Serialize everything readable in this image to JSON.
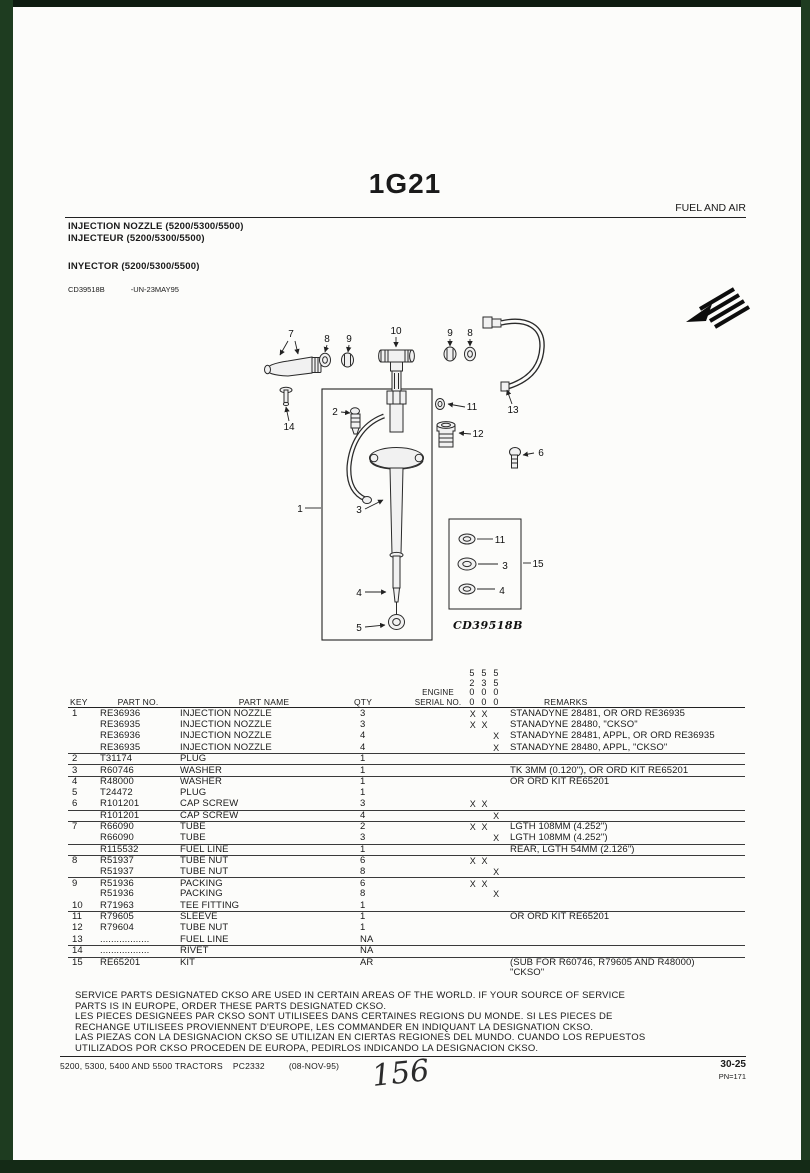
{
  "header": {
    "page_code": "1G21",
    "section": "FUEL AND AIR"
  },
  "titles": {
    "line1": "INJECTION NOZZLE (5200/5300/5500)",
    "line2": "INJECTEUR (5200/5300/5500)",
    "line3": "INYECTOR (5200/5300/5500)"
  },
  "figure": {
    "id": "CD39518B",
    "revision": "-UN-23MAY95",
    "caption": "CD39518B"
  },
  "diagram": {
    "callouts": [
      "7",
      "8",
      "9",
      "10",
      "9",
      "8",
      "14",
      "2",
      "11",
      "12",
      "13",
      "6",
      "1",
      "3",
      "4",
      "5",
      "11",
      "3",
      "4",
      "15"
    ]
  },
  "table": {
    "headers": {
      "key": "KEY",
      "part_no": "PART NO.",
      "part_name": "PART NAME",
      "qty": "QTY",
      "engine": "ENGINE",
      "serial_no": "SERIAL NO.",
      "remarks": "REMARKS"
    },
    "serial_columns": [
      "5200",
      "5300",
      "5500"
    ],
    "rows": [
      {
        "key": "1",
        "part": "RE36936",
        "name": "INJECTION NOZZLE",
        "qty": "3",
        "s": [
          "X",
          "X",
          ""
        ],
        "remarks": "STANADYNE 28481, OR ORD RE36935",
        "sep": false
      },
      {
        "key": "",
        "part": "RE36935",
        "name": "INJECTION NOZZLE",
        "qty": "3",
        "s": [
          "X",
          "X",
          ""
        ],
        "remarks": "STANADYNE 28480, \"CKSO\"",
        "sep": false
      },
      {
        "key": "",
        "part": "RE36936",
        "name": "INJECTION NOZZLE",
        "qty": "4",
        "s": [
          "",
          "",
          "X"
        ],
        "remarks": "STANADYNE 28481, APPL, OR ORD RE36935",
        "sep": false
      },
      {
        "key": "",
        "part": "RE36935",
        "name": "INJECTION NOZZLE",
        "qty": "4",
        "s": [
          "",
          "",
          "X"
        ],
        "remarks": "STANADYNE 28480, APPL, \"CKSO\"",
        "sep": false
      },
      {
        "key": "2",
        "part": "T31174",
        "name": "PLUG",
        "qty": "1",
        "s": [
          "",
          "",
          ""
        ],
        "remarks": "",
        "sep": true
      },
      {
        "key": "3",
        "part": "R60746",
        "name": "WASHER",
        "qty": "1",
        "s": [
          "",
          "",
          ""
        ],
        "remarks": "TK 3MM (0.120\"), OR ORD KIT RE65201",
        "sep": true
      },
      {
        "key": "4",
        "part": "R48000",
        "name": "WASHER",
        "qty": "1",
        "s": [
          "",
          "",
          ""
        ],
        "remarks": "OR ORD KIT RE65201",
        "sep": true
      },
      {
        "key": "5",
        "part": "T24472",
        "name": "PLUG",
        "qty": "1",
        "s": [
          "",
          "",
          ""
        ],
        "remarks": "",
        "sep": false
      },
      {
        "key": "6",
        "part": "R101201",
        "name": "CAP SCREW",
        "qty": "3",
        "s": [
          "X",
          "X",
          ""
        ],
        "remarks": "",
        "sep": false
      },
      {
        "key": "",
        "part": "R101201",
        "name": "CAP SCREW",
        "qty": "4",
        "s": [
          "",
          "",
          "X"
        ],
        "remarks": "",
        "sep": true
      },
      {
        "key": "7",
        "part": "R66090",
        "name": "TUBE",
        "qty": "2",
        "s": [
          "X",
          "X",
          ""
        ],
        "remarks": "LGTH 108MM (4.252\")",
        "sep": true
      },
      {
        "key": "",
        "part": "R66090",
        "name": "TUBE",
        "qty": "3",
        "s": [
          "",
          "",
          "X"
        ],
        "remarks": "LGTH 108MM (4.252\")",
        "sep": false
      },
      {
        "key": "",
        "part": "R115532",
        "name": "FUEL LINE",
        "qty": "1",
        "s": [
          "",
          "",
          ""
        ],
        "remarks": "REAR, LGTH 54MM (2.126\")",
        "sep": true
      },
      {
        "key": "8",
        "part": "R51937",
        "name": "TUBE NUT",
        "qty": "6",
        "s": [
          "X",
          "X",
          ""
        ],
        "remarks": "",
        "sep": true
      },
      {
        "key": "",
        "part": "R51937",
        "name": "TUBE NUT",
        "qty": "8",
        "s": [
          "",
          "",
          "X"
        ],
        "remarks": "",
        "sep": false
      },
      {
        "key": "9",
        "part": "R51936",
        "name": "PACKING",
        "qty": "6",
        "s": [
          "X",
          "X",
          ""
        ],
        "remarks": "",
        "sep": true
      },
      {
        "key": "",
        "part": "R51936",
        "name": "PACKING",
        "qty": "8",
        "s": [
          "",
          "",
          "X"
        ],
        "remarks": "",
        "sep": false
      },
      {
        "key": "10",
        "part": "R71963",
        "name": "TEE FITTING",
        "qty": "1",
        "s": [
          "",
          "",
          ""
        ],
        "remarks": "",
        "sep": false
      },
      {
        "key": "11",
        "part": "R79605",
        "name": "SLEEVE",
        "qty": "1",
        "s": [
          "",
          "",
          ""
        ],
        "remarks": "OR ORD KIT RE65201",
        "sep": true
      },
      {
        "key": "12",
        "part": "R79604",
        "name": "TUBE NUT",
        "qty": "1",
        "s": [
          "",
          "",
          ""
        ],
        "remarks": "",
        "sep": false
      },
      {
        "key": "13",
        "part": "..................",
        "name": "FUEL LINE",
        "qty": "NA",
        "s": [
          "",
          "",
          ""
        ],
        "remarks": "",
        "sep": false
      },
      {
        "key": "14",
        "part": "..................",
        "name": "RIVET",
        "qty": "NA",
        "s": [
          "",
          "",
          ""
        ],
        "remarks": "",
        "sep": true
      },
      {
        "key": "15",
        "part": "RE65201",
        "name": "KIT",
        "qty": "AR",
        "s": [
          "",
          "",
          ""
        ],
        "remarks": "(SUB FOR R60746, R79605 AND R48000)",
        "sep": true
      },
      {
        "key": "",
        "part": "",
        "name": "",
        "qty": "",
        "s": [
          "",
          "",
          ""
        ],
        "remarks": "\"CKSO\"",
        "sep": false
      }
    ]
  },
  "notes": {
    "lines": [
      "SERVICE PARTS DESIGNATED CKSO ARE USED IN CERTAIN AREAS OF THE WORLD. IF YOUR SOURCE OF SERVICE",
      "PARTS IS IN EUROPE, ORDER THESE PARTS DESIGNATED CKSO.",
      "LES PIECES DESIGNEES PAR CKSO SONT UTILISEES DANS CERTAINES REGIONS DU MONDE. SI LES PIECES DE",
      "RECHANGE UTILISEES PROVIENNENT D'EUROPE, LES COMMANDER EN INDIQUANT LA DESIGNATION CKSO.",
      "LAS PIEZAS CON LA DESIGNACION CKSO SE UTILIZAN EN CIERTAS REGIONES DEL MUNDO. CUANDO LOS REPUESTOS",
      "UTILIZADOS POR CKSO PROCEDEN DE EUROPA, PEDIRLOS INDICANDO LA DESIGNACION CKSO."
    ]
  },
  "footer": {
    "tractors": "5200, 5300, 5400 AND 5500 TRACTORS",
    "catalog": "PC2332",
    "date": "(08-NOV-95)",
    "page_no": "30-25",
    "pn": "PN=171",
    "handwritten": "156"
  }
}
